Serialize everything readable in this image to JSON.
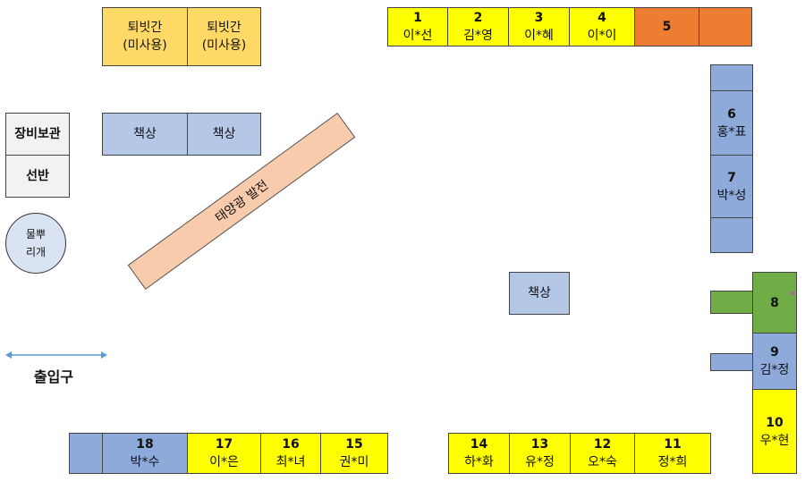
{
  "rooms": {
    "break_room_1": {
      "title": "퇴빗간",
      "note": "(미사용)"
    },
    "break_room_2": {
      "title": "퇴빗간",
      "note": "(미사용)"
    },
    "equipment_storage": "장비보관",
    "shelf": "선반",
    "watering_can": "물뿌리개",
    "desk_left_1": "책상",
    "desk_left_2": "책상",
    "desk_center": "책상",
    "solar": "태양광 발전",
    "entrance": "출입구"
  },
  "seats": {
    "s1": {
      "num": "1",
      "name": "이*선"
    },
    "s2": {
      "num": "2",
      "name": "김*영"
    },
    "s3": {
      "num": "3",
      "name": "이*혜"
    },
    "s4": {
      "num": "4",
      "name": "이*이"
    },
    "s5": {
      "num": "5",
      "name": ""
    },
    "s6": {
      "num": "6",
      "name": "홍*표"
    },
    "s7": {
      "num": "7",
      "name": "박*성"
    },
    "s8": {
      "num": "8",
      "name": ""
    },
    "s9": {
      "num": "9",
      "name": "김*정"
    },
    "s10": {
      "num": "10",
      "name": "우*현"
    },
    "s11": {
      "num": "11",
      "name": "정*희"
    },
    "s12": {
      "num": "12",
      "name": "오*숙"
    },
    "s13": {
      "num": "13",
      "name": "유*정"
    },
    "s14": {
      "num": "14",
      "name": "하*화"
    },
    "s15": {
      "num": "15",
      "name": "권*미"
    },
    "s16": {
      "num": "16",
      "name": "최*녀"
    },
    "s17": {
      "num": "17",
      "name": "이*은"
    },
    "s18": {
      "num": "18",
      "name": "박*수"
    }
  },
  "colors": {
    "yellow": "#ffff00",
    "blue": "#8eaadb",
    "light_blue": "#b4c7e7",
    "gold": "#ffd966",
    "orange": "#ed7d31",
    "green": "#70ad47",
    "salmon": "#f8cbad",
    "arrow": "#5b9bd5"
  }
}
